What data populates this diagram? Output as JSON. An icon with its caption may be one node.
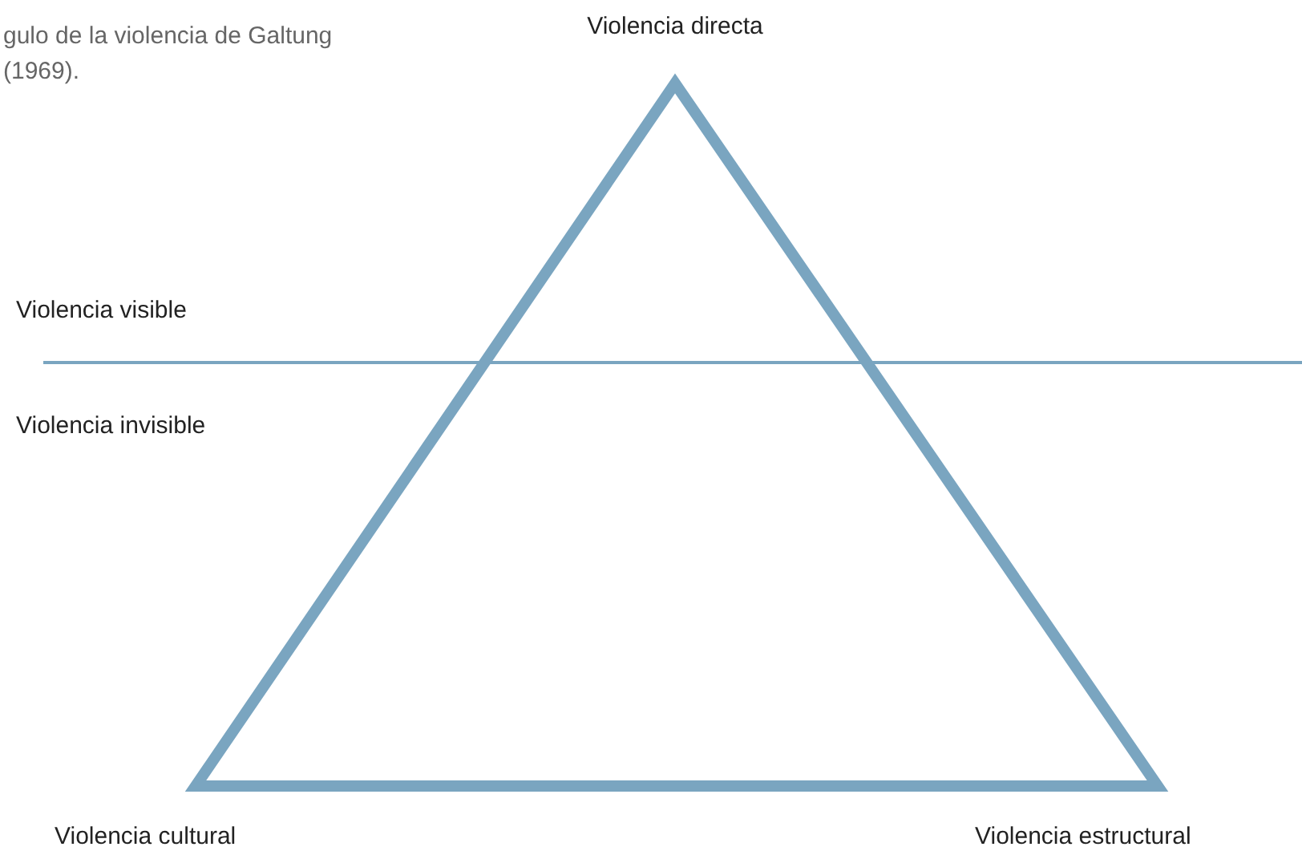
{
  "diagram": {
    "labels": [
      "gulo de la violencia de Galtung (1969).",
      "Violencia directa",
      "Violencia visible",
      "Violencia invisible",
      "Violencia cultural",
      "Violencia estructural"
    ]
  }
}
